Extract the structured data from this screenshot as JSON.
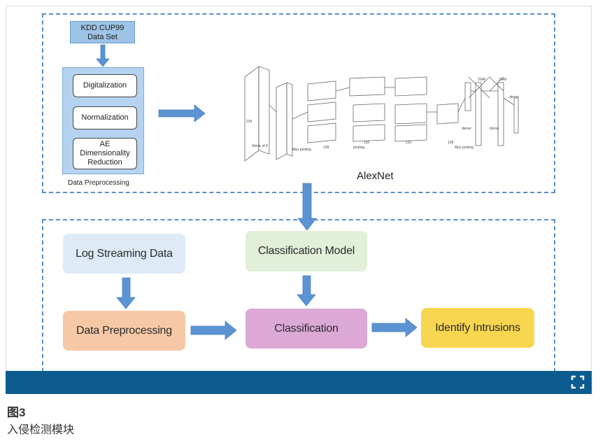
{
  "figure": {
    "number": "图3",
    "caption": "入侵检测模块"
  },
  "top_panel": {
    "dataset_label": "KDD CUP99 Data Set",
    "dataset_line1": "KDD CUP99",
    "dataset_line2": "Data Set",
    "steps": [
      "Digitalization",
      "Normalization",
      "AE",
      "Dimensionality",
      "Reduction"
    ],
    "panel_caption": "Data Preprocessing",
    "network_label": "AlexNet"
  },
  "bottom_panel": {
    "log_streaming": "Log Streaming Data",
    "preprocessing": "Data Preprocessing",
    "model": "Classification Model",
    "classification": "Classification",
    "identify": "Identify Intrusions"
  },
  "colors": {
    "arrow": "#5b93d3",
    "dashed_border": "#5a8fc7",
    "bar": "#0b5b91",
    "log_box": "#deeaf6",
    "preprocess_box": "#f7c8a6",
    "model_box": "#e2efd9",
    "classification_box": "#dca9d7",
    "identify_box": "#f9d64f"
  },
  "icons": {
    "expand": "expand-icon"
  }
}
